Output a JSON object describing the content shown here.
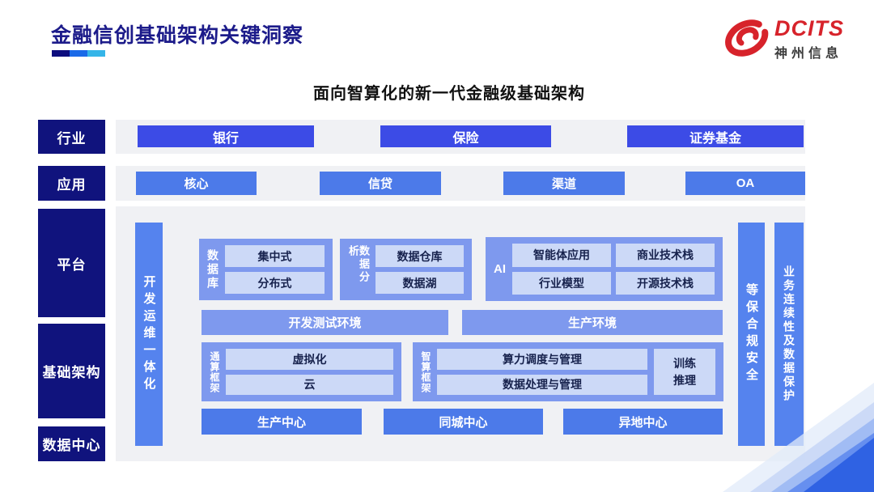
{
  "colors": {
    "navy": "#10137d",
    "title_navy": "#1c1b8a",
    "bright_blue": "#3c4be6",
    "mid_blue": "#4c7ae9",
    "group_blue": "#7e99ee",
    "inner_blue": "#ccd9f7",
    "pillar_blue": "#5583ee",
    "panel_gray": "#f0f1f4",
    "brand_red": "#d7232b"
  },
  "header": {
    "title": "金融信创基础架构关键洞察",
    "logo_brand": "DCITS",
    "logo_company": "神州信息"
  },
  "subtitle": "面向智算化的新一代金融级基础架构",
  "side_labels": [
    "行业",
    "应用",
    "平台",
    "基础架构",
    "数据中心"
  ],
  "industry_row": [
    "银行",
    "保险",
    "证券基金"
  ],
  "application_row": [
    "核心",
    "信贷",
    "渠道",
    "OA"
  ],
  "platform": {
    "devops_bar": "开发运维一体化",
    "database": {
      "label": "数据库",
      "items": [
        "集中式",
        "分布式"
      ]
    },
    "analytics": {
      "label": "数据分析",
      "items": [
        "数据仓库",
        "数据湖"
      ]
    },
    "ai": {
      "label": "AI",
      "items": [
        "智能体应用",
        "商业技术栈",
        "行业模型",
        "开源技术栈"
      ]
    },
    "dev_env": "开发测试环境",
    "prod_env": "生产环境",
    "compute": {
      "label": "通算框架",
      "items": [
        "虚拟化",
        "云"
      ]
    },
    "ai_compute": {
      "label": "智算框架",
      "items": [
        "算力调度与管理",
        "数据处理与管理"
      ],
      "side": "训练\n推理"
    },
    "centers": [
      "生产中心",
      "同城中心",
      "异地中心"
    ],
    "security_bar": "等保合规安全",
    "continuity_bar": "业务连续性及数据保护"
  }
}
